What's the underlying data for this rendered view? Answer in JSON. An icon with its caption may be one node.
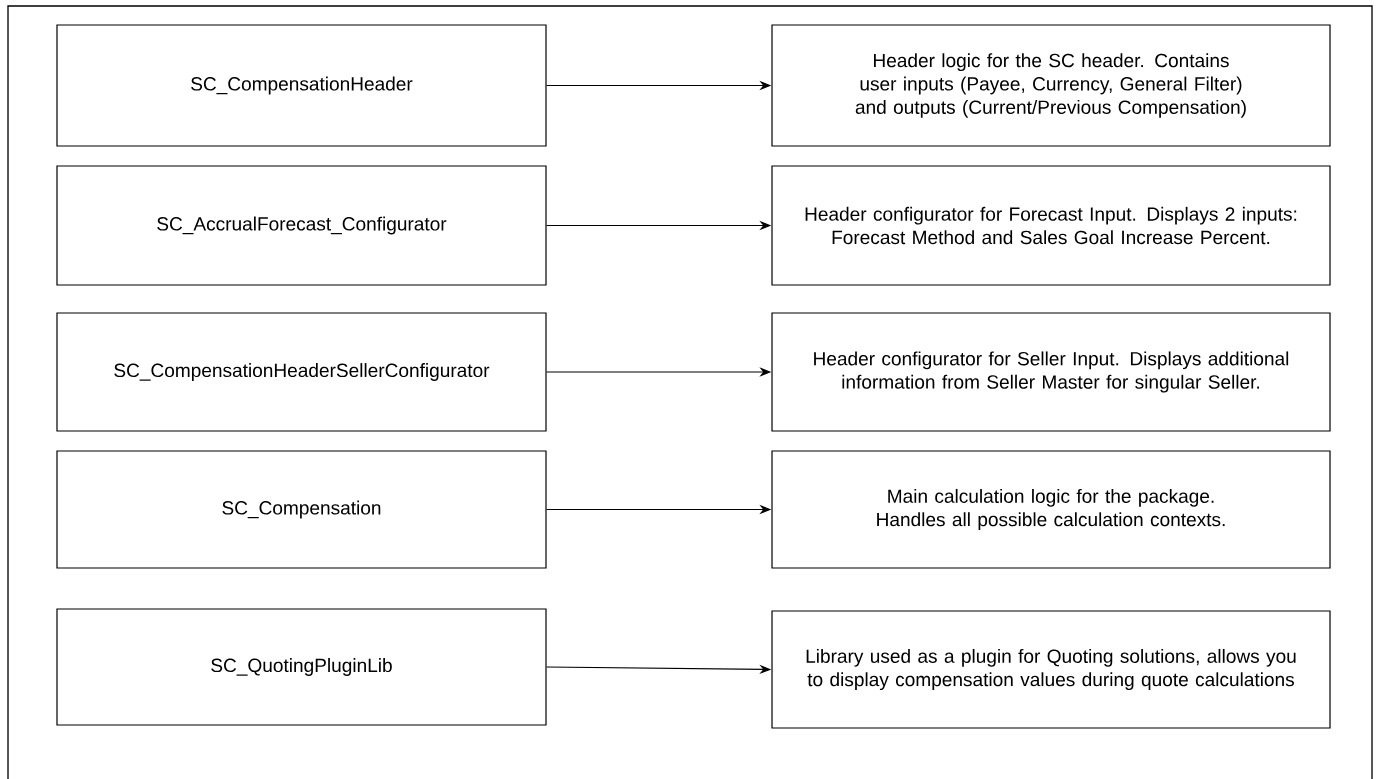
{
  "diagram": {
    "nodes": [
      {
        "text": [
          "SC_CompensationHeader"
        ]
      },
      {
        "text": [
          "Header logic for the SC header. Contains user inputs (Payee, Currency, General Filter) and outputs (Current/Previous Compensation)"
        ]
      },
      {
        "text": [
          "SC_AccrualForecast_Configurator"
        ]
      },
      {
        "text": [
          "Header configurator for Forecast Input. Displays 2 inputs: Forecast Method and Sales Goal Increase Percent."
        ]
      },
      {
        "text": [
          "SC_CompensationHeaderSellerConfigurator"
        ]
      },
      {
        "text": [
          "Header configurator for Seller Input. Displays additional information from Seller Master for singular Seller."
        ]
      },
      {
        "text": [
          "SC_Compensation"
        ]
      },
      {
        "text": [
          "Main calculation logic for the package. Handles all possible calculation contexts."
        ]
      },
      {
        "text": [
          "SC_QuotingPluginLib"
        ]
      },
      {
        "text": [
          "Library used as a plugin for Quoting solutions, allows you to display compensation values during quote calculations"
        ]
      }
    ],
    "edges": [
      {
        "from": 0,
        "to": 1,
        "arrow": "to"
      },
      {
        "from": 2,
        "to": 3,
        "arrow": "to"
      },
      {
        "from": 4,
        "to": 5,
        "arrow": "to"
      },
      {
        "from": 6,
        "to": 7,
        "arrow": "to"
      },
      {
        "from": 8,
        "to": 9,
        "arrow": "to"
      }
    ]
  }
}
